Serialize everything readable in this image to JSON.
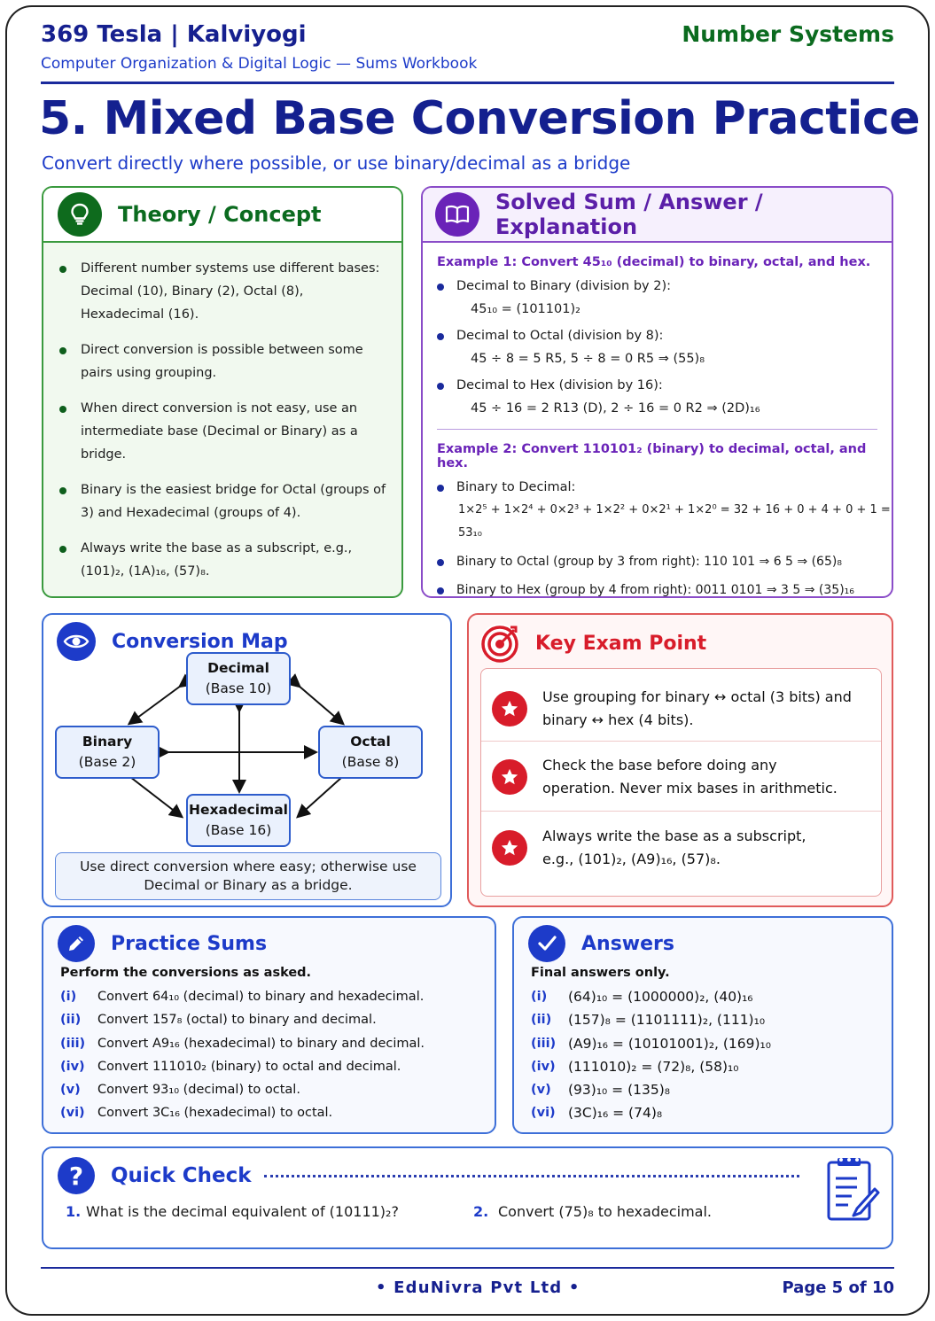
{
  "header": {
    "brand": "369 Tesla | Kalviyogi",
    "subtitle": "Computer Organization & Digital Logic — Sums Workbook",
    "topic": "Number Systems"
  },
  "title": "5. Mixed Base Conversion Practice",
  "subtitle": "Convert directly where possible, or use binary/decimal as a bridge",
  "theory": {
    "heading": "Theory / Concept",
    "icon": "lightbulb-icon",
    "bullets": [
      "Different number systems use different bases: Decimal (10), Binary (2), Octal (8), Hexadecimal (16).",
      "Direct conversion is possible between some pairs using grouping.",
      "When direct conversion is not easy, use an intermediate base (Decimal or Binary) as a bridge.",
      "Binary is the easiest bridge for Octal (groups of 3) and Hexadecimal (groups of 4).",
      "Always write the base as a subscript, e.g., (101)₂, (1A)₁₆, (57)₈."
    ]
  },
  "solved": {
    "heading": "Solved Sum / Answer / Explanation",
    "icon": "open-book-icon",
    "example1": {
      "title": "Example 1: Convert 45₁₀ (decimal) to binary, octal, and hex.",
      "steps": [
        {
          "label": "Decimal to Binary (division by 2):",
          "work": "45₁₀ = (101101)₂"
        },
        {
          "label": "Decimal to Octal (division by 8):",
          "work": "45 ÷ 8 = 5 R5,   5 ÷ 8 = 0 R5   ⇒   (55)₈"
        },
        {
          "label": "Decimal to Hex (division by 16):",
          "work": "45 ÷ 16 = 2 R13 (D),   2 ÷ 16 = 0 R2   ⇒   (2D)₁₆"
        }
      ]
    },
    "example2": {
      "title": "Example 2: Convert 110101₂ (binary) to decimal, octal, and hex.",
      "steps": [
        {
          "label": "Binary to Decimal:",
          "work": "1×2⁵ + 1×2⁴ + 0×2³ + 1×2² + 0×2¹ + 1×2⁰ = 32 + 16 + 0 + 4 + 0 + 1 = 53₁₀"
        },
        {
          "label": "Binary to Octal (group by 3 from right): 110 101  ⇒  6 5  ⇒  (65)₈",
          "work": ""
        },
        {
          "label": "Binary to Hex (group by 4 from right): 0011 0101  ⇒  3 5  ⇒  (35)₁₆",
          "work": ""
        }
      ]
    }
  },
  "conversion_map": {
    "heading": "Conversion Map",
    "icon": "eye-icon",
    "nodes": {
      "decimal": {
        "name": "Decimal",
        "base": "(Base 10)"
      },
      "binary": {
        "name": "Binary",
        "base": "(Base 2)"
      },
      "octal": {
        "name": "Octal",
        "base": "(Base 8)"
      },
      "hex": {
        "name": "Hexadecimal",
        "base": "(Base 16)"
      }
    },
    "note": "Use direct conversion where easy; otherwise use Decimal or Binary as a bridge."
  },
  "key_exam_point": {
    "heading": "Key Exam Point",
    "icon": "target-icon",
    "points": [
      "Use grouping for binary ↔ octal (3 bits) and binary ↔ hex (4 bits).",
      "Check the base before doing any operation. Never mix bases in arithmetic.",
      "Always write the base as a subscript, e.g., (101)₂, (A9)₁₆, (57)₈."
    ]
  },
  "practice": {
    "heading": "Practice Sums",
    "icon": "pencil-icon",
    "instruction": "Perform the conversions as asked.",
    "items": [
      {
        "num": "(i)",
        "text": "Convert 64₁₀ (decimal) to binary and hexadecimal."
      },
      {
        "num": "(ii)",
        "text": "Convert 157₈ (octal) to binary and decimal."
      },
      {
        "num": "(iii)",
        "text": "Convert A9₁₆ (hexadecimal) to binary and decimal."
      },
      {
        "num": "(iv)",
        "text": "Convert 111010₂ (binary) to octal and decimal."
      },
      {
        "num": "(v)",
        "text": "Convert 93₁₀ (decimal) to octal."
      },
      {
        "num": "(vi)",
        "text": "Convert 3C₁₆ (hexadecimal) to octal."
      }
    ]
  },
  "answers": {
    "heading": "Answers",
    "icon": "check-circle-icon",
    "instruction": "Final answers only.",
    "items": [
      {
        "num": "(i)",
        "text": "(64)₁₀ = (1000000)₂, (40)₁₆"
      },
      {
        "num": "(ii)",
        "text": "(157)₈ = (1101111)₂, (111)₁₀"
      },
      {
        "num": "(iii)",
        "text": "(A9)₁₆ = (10101001)₂, (169)₁₀"
      },
      {
        "num": "(iv)",
        "text": "(111010)₂ = (72)₈, (58)₁₀"
      },
      {
        "num": "(v)",
        "text": "(93)₁₀ = (135)₈"
      },
      {
        "num": "(vi)",
        "text": "(3C)₁₆ = (74)₈"
      }
    ]
  },
  "quick_check": {
    "heading": "Quick Check",
    "icon": "question-icon",
    "side_icon": "clipboard-icon",
    "q1_num": "1.",
    "q1": "What is the decimal equivalent of (10111)₂?",
    "q2_num": "2.",
    "q2": "Convert (75)₈ to hexadecimal."
  },
  "footer": {
    "company": "•  EduNivra  Pvt  Ltd  •",
    "page": "Page 5 of 10"
  },
  "colors": {
    "navy": "#16208f",
    "blue": "#1d3bc9",
    "green": "#0b6b1f",
    "purple": "#6a23b8",
    "red": "#d81c2a"
  }
}
